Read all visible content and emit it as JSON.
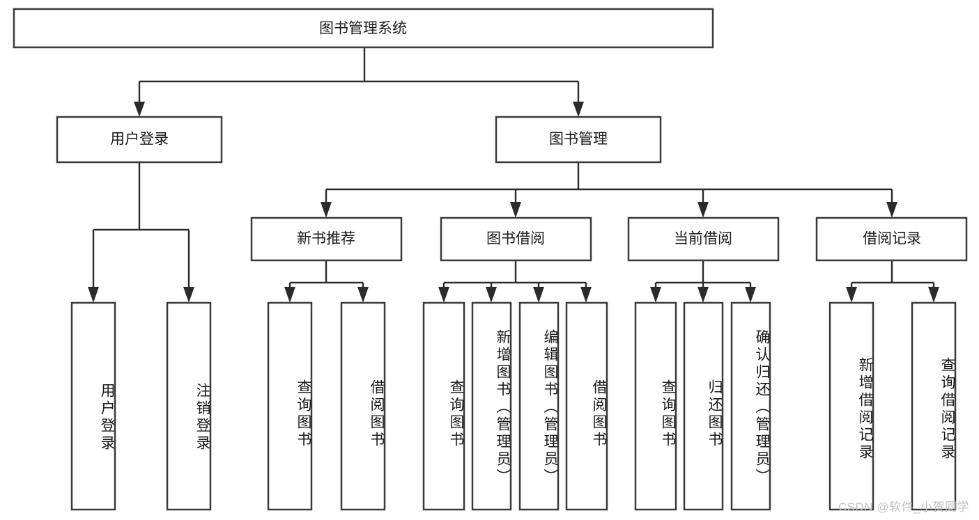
{
  "diagram": {
    "type": "tree",
    "title_node": {
      "label": "图书管理系统"
    },
    "level2": [
      {
        "label": "用户登录"
      },
      {
        "label": "图书管理"
      }
    ],
    "level3": [
      {
        "label": "新书推荐"
      },
      {
        "label": "图书借阅"
      },
      {
        "label": "当前借阅"
      },
      {
        "label": "借阅记录"
      }
    ],
    "leaves": {
      "user_login": [
        {
          "label": "用户登录"
        },
        {
          "label": "注销登录"
        }
      ],
      "new_book_recommend": [
        {
          "label": "查询图书"
        },
        {
          "label": "借阅图书"
        }
      ],
      "book_borrow": [
        {
          "label": "查询图书"
        },
        {
          "label": "新增图书（管理员）"
        },
        {
          "label": "编辑图书（管理员）"
        },
        {
          "label": "借阅图书"
        }
      ],
      "current_borrow": [
        {
          "label": "查询图书"
        },
        {
          "label": "归还图书"
        },
        {
          "label": "确认归还（管理员）"
        }
      ],
      "borrow_record": [
        {
          "label": "新增借阅记录"
        },
        {
          "label": "查询借阅记录"
        }
      ]
    },
    "watermark": {
      "text": "CSDN @软件_小贺同学"
    },
    "colors": {
      "box_stroke": "#3a3a3a",
      "connector": "#2b2b2b",
      "background": "#ffffff",
      "text": "#1a1a1a",
      "watermark": "#c2c2c2"
    }
  }
}
